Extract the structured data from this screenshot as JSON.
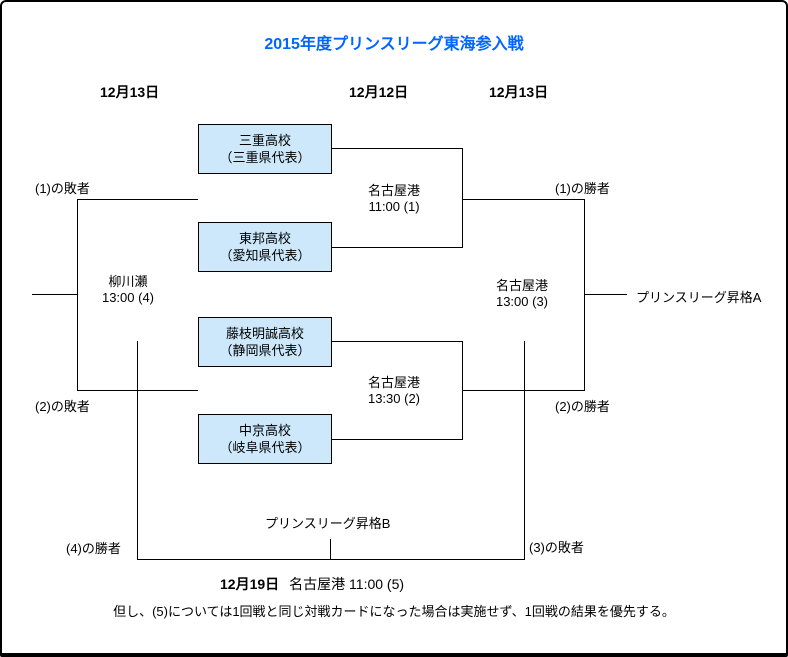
{
  "title": "2015年度プリンスリーグ東海参入戦",
  "round_dates": {
    "left": "12月13日",
    "middle": "12月12日",
    "right": "12月13日"
  },
  "teams": [
    {
      "name": "三重高校",
      "rep": "（三重県代表）"
    },
    {
      "name": "東邦高校",
      "rep": "（愛知県代表）"
    },
    {
      "name": "藤枝明誠高校",
      "rep": "（静岡県代表）"
    },
    {
      "name": "中京高校",
      "rep": "（岐阜県代表）"
    }
  ],
  "matches": [
    {
      "venue": "名古屋港",
      "time": "11:00 (1)"
    },
    {
      "venue": "名古屋港",
      "time": "13:30 (2)"
    },
    {
      "venue": "名古屋港",
      "time": "13:00 (3)"
    },
    {
      "venue": "柳川瀬",
      "time": "13:00 (4)"
    }
  ],
  "labels": {
    "loser1": "(1)の敗者",
    "loser2": "(2)の敗者",
    "winner1": "(1)の勝者",
    "winner2": "(2)の勝者",
    "winner4": "(4)の勝者",
    "loser3": "(3)の敗者",
    "promotion_a": "プリンスリーグ昇格A",
    "promotion_b": "プリンスリーグ昇格B"
  },
  "match5": {
    "date": "12月19日",
    "venue_time": "名古屋港 11:00 (5)"
  },
  "note": "但し、(5)については1回戦と同じ対戦カードになった場合は実施せず、1回戦の結果を優先する。",
  "colors": {
    "title": "#0066ff",
    "team_box_fill": "#cce8fa",
    "line": "#000000"
  }
}
